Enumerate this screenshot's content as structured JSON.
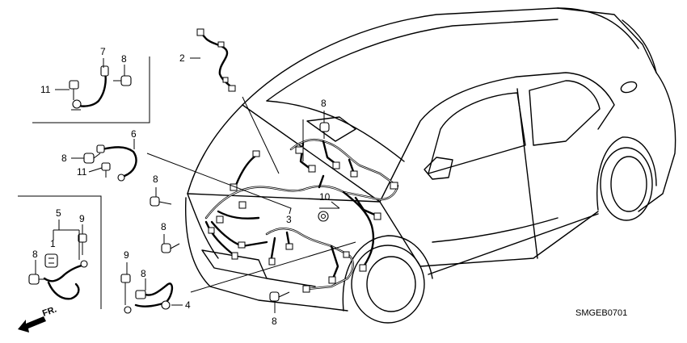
{
  "callouts": {
    "c1": "1",
    "c2": "2",
    "c3": "3",
    "c4": "4",
    "c5": "5",
    "c6": "6",
    "c7": "7",
    "c8_a": "8",
    "c8_b": "8",
    "c8_c": "8",
    "c8_d": "8",
    "c8_e": "8",
    "c8_f": "8",
    "c8_g": "8",
    "c8_h": "8",
    "c9_a": "9",
    "c9_b": "9",
    "c10": "10",
    "c11_a": "11",
    "c11_b": "11"
  },
  "front_arrow_label": "FR.",
  "diagram_code": "SMGEB0701"
}
